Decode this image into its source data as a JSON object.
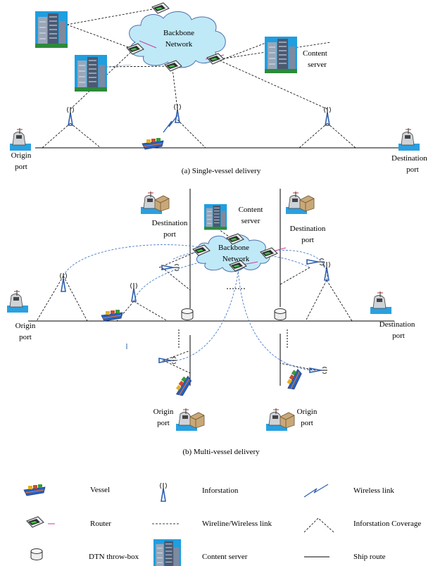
{
  "panel_a": {
    "cloud_label": [
      "Backbone",
      "Network"
    ],
    "content_server": [
      "Content",
      "server"
    ],
    "origin": [
      "Origin",
      "port"
    ],
    "destination": [
      "Destination",
      "port"
    ],
    "caption": "(a) Single-vessel delivery"
  },
  "panel_b": {
    "cloud_label": [
      "Backbone",
      "Network"
    ],
    "content_server": [
      "Content",
      "server"
    ],
    "dest_left": [
      "Destination",
      "port"
    ],
    "dest_center": [
      "Destination",
      "port"
    ],
    "dest_right": [
      "Destination",
      "port"
    ],
    "origin_left": [
      "Origin",
      "port"
    ],
    "origin_bottom_left": [
      "Origin",
      "port"
    ],
    "origin_bottom_right": [
      "Origin",
      "port"
    ],
    "caption": "(b) Multi-vessel delivery"
  },
  "legend": {
    "vessel": "Vessel",
    "infostation": "Inforstation",
    "wireless_link": "Wireless link",
    "router": "Router",
    "wireline": "Wireline/Wireless link",
    "coverage": "Inforstation Coverage",
    "throwbox": "DTN throw-box",
    "content_server": "Content server",
    "ship_route": "Ship route"
  },
  "colors": {
    "cloud_fill": "#bfe9f7",
    "cloud_stroke": "#4f6fb0",
    "infostation": "#2f5fae",
    "curve": "#4a7bc8",
    "building": "#4a5a73",
    "sky": "#1f9ee0",
    "sea": "#2aa0e0"
  }
}
